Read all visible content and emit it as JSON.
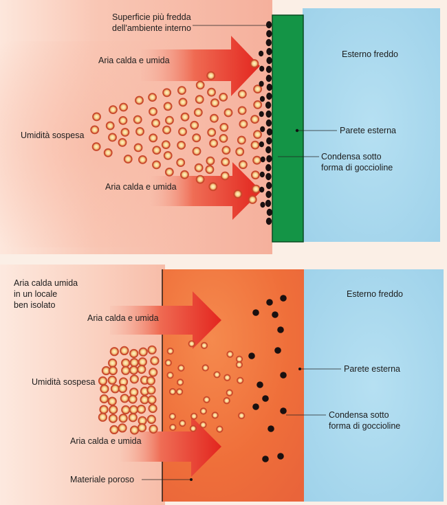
{
  "top": {
    "label_surface_line1": "Superficie più fredda",
    "label_surface_line2": "dell'ambiente interno",
    "label_outside": "Esterno freddo",
    "label_air_top": "Aria calda e umida",
    "label_air_bottom": "Aria calda e umida",
    "label_humidity": "Umidità sospesa",
    "label_wall": "Parete esterna",
    "label_condensation_line1": "Condensa sotto",
    "label_condensation_line2": "forma di goccioline"
  },
  "bottom": {
    "label_room_line1": "Aria calda umida",
    "label_room_line2": "in un locale",
    "label_room_line3": "ben isolato",
    "label_outside": "Esterno freddo",
    "label_air_top": "Aria calda e umida",
    "label_air_bottom": "Aria calda e umida",
    "label_humidity": "Umidità sospesa",
    "label_wall": "Parete esterna",
    "label_condensation_line1": "Condensa sotto",
    "label_condensation_line2": "forma di goccioline",
    "label_porous": "Materiale poroso"
  },
  "colors": {
    "warm_background": "#f7b7a4",
    "cold_background": "#a9d9ee",
    "wall_green": "#149446",
    "porous_orange": "#f0743d",
    "arrow_red": "#e8302a",
    "droplet_dark": "#1a1010",
    "vapor_ring": "#c8462a"
  },
  "icons": {
    "vapor": "vapor-droplet-icon",
    "condensation": "condensation-droplet-icon",
    "arrow": "warm-air-arrow-icon"
  }
}
